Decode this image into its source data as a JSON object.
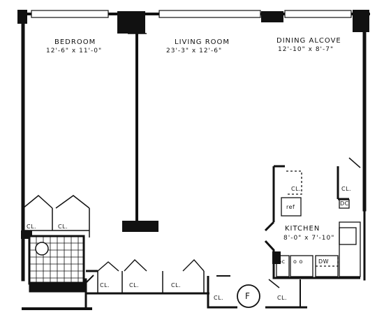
{
  "rooms": {
    "bedroom": {
      "name": "BEDROOM",
      "dims": "12'-6\" x 11'-0\""
    },
    "living_room": {
      "name": "LIVING ROOM",
      "dims": "23'-3\" x 12'-6\""
    },
    "dining_alcove": {
      "name": "DINING ALCOVE",
      "dims": "12'-10\" x 8'-7\""
    },
    "kitchen": {
      "name": "KITCHEN",
      "dims": "8'-0\" x 7'-10\""
    }
  },
  "closets": {
    "cl_1": "CL.",
    "cl_2": "CL.",
    "cl_3": "CL.",
    "cl_4": "CL.",
    "cl_5": "CL.",
    "cl_6": "CL.",
    "cl_7": "CL.",
    "cl_k1": "CL.",
    "cl_k2": "CL."
  },
  "kitchen_fixtures": {
    "ref": "ref",
    "dc": "DC",
    "burners": "o o",
    "sink": "DW",
    "bc": "bc"
  },
  "foyer_marker": "F",
  "colors": {
    "ink": "#111111",
    "paper": "#ffffff"
  }
}
